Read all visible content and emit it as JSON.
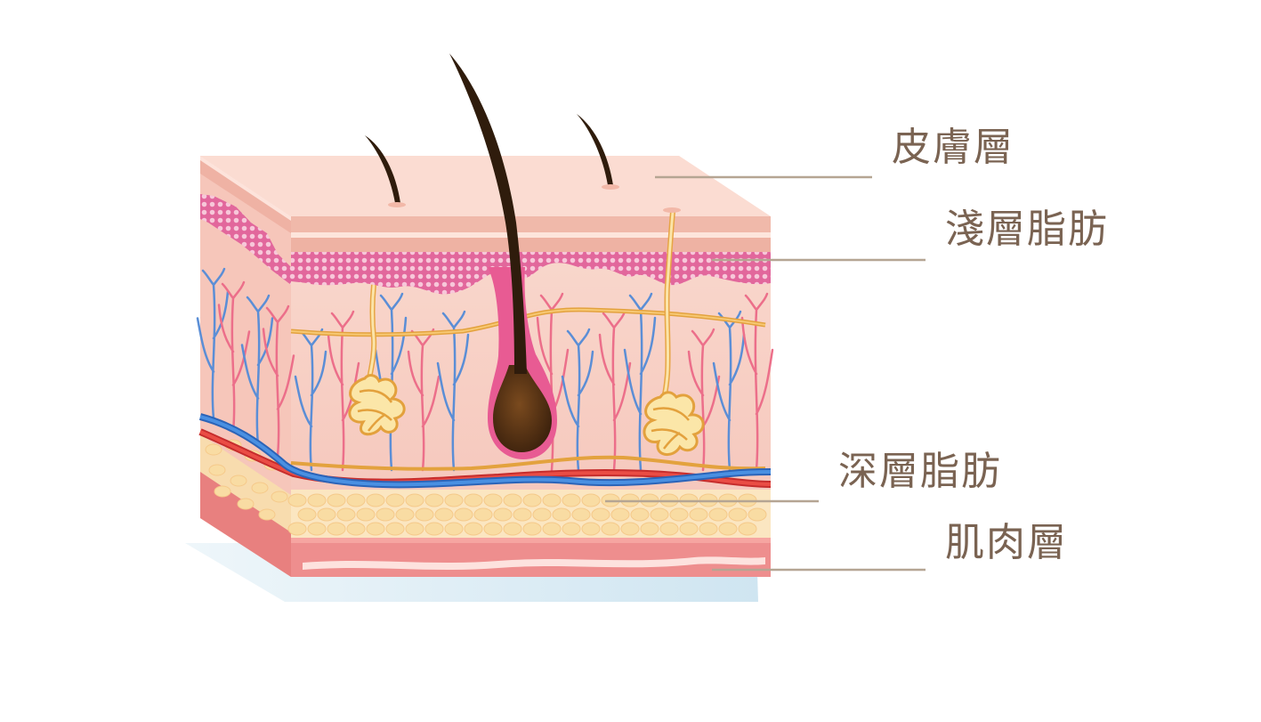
{
  "labels": {
    "skin": "皮膚層",
    "superficial_fat": "淺層脂肪",
    "deep_fat": "深層脂肪",
    "muscle": "肌肉層"
  },
  "colors": {
    "label_text": "#7a6352",
    "leader_line": "#b5a593",
    "epidermis": "#fbd9cf",
    "dermis_dots": "#e86aa0",
    "dermis": "#f7cfc4",
    "fat_cells": "#fbe2b2",
    "muscle": "#ef9493",
    "hair": "#3a2412",
    "nerve": "#f1b44c",
    "vein": "#3c7fd8",
    "artery": "#e33f3f",
    "shadow": "#d9ebf4"
  }
}
